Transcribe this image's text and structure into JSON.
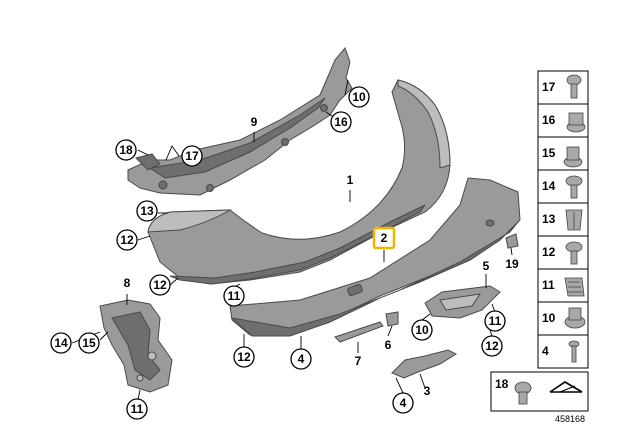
{
  "callouts": [
    "10",
    "16",
    "9",
    "18",
    "17",
    "1",
    "13",
    "12",
    "2",
    "19",
    "5",
    "8",
    "12",
    "11",
    "14",
    "15",
    "10",
    "11",
    "12",
    "7",
    "6",
    "4",
    "12",
    "3",
    "4",
    "11"
  ],
  "legend": [
    "17",
    "16",
    "15",
    "14",
    "13",
    "12",
    "11",
    "10",
    "4",
    "18"
  ],
  "highlighted_part": "2",
  "diagram_id": "458168"
}
